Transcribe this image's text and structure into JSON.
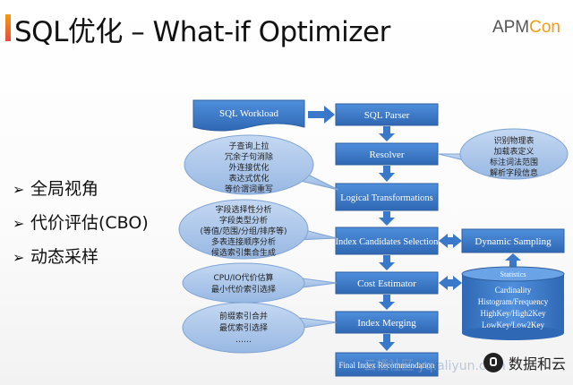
{
  "title": "SQL优化 – What-if Optimizer",
  "logo": {
    "part1": "APM",
    "part2": "Con",
    "accent": "#f39c12"
  },
  "bullets": [
    {
      "mark": "➢",
      "text": "全局视角"
    },
    {
      "mark": "➢",
      "text": "代价评估(CBO)"
    },
    {
      "mark": "➢",
      "text": "动态采样"
    }
  ],
  "diagram": {
    "workload": "SQL Workload",
    "steps": [
      "SQL Parser",
      "Resolver",
      "Logical Transformations",
      "Index Candidates Selection",
      "Cost Estimator",
      "Index Merging",
      "Final Index Recommendation"
    ],
    "dynamic_sampling": "Dynamic Sampling",
    "statistics": {
      "title": "Statistics",
      "lines": [
        "Cardinality",
        "Histogram/Frequency",
        "HighKey/High2Key",
        "LowKey/Low2Key"
      ]
    },
    "callouts": [
      {
        "lines": [
          "子查询上拉",
          "冗余子句消除",
          "外连接优化",
          "表达式优化",
          "等价谓词重写"
        ]
      },
      {
        "lines": [
          "识别物理表",
          "加载表定义",
          "标注词法范围",
          "解析字段信息"
        ]
      },
      {
        "lines": [
          "字段选择性分析",
          "字段类型分析",
          "(等值/范围/分组/排序等)",
          "多表连接顺序分析",
          "候选索引集合生成"
        ]
      },
      {
        "lines": [
          "CPU/IO代价估算",
          "最小代价索引选择"
        ]
      },
      {
        "lines": [
          "前缀索引合并",
          "最优索引选择",
          "……"
        ]
      }
    ]
  },
  "watermark": "云栖社区 yq.aliyun.com",
  "brand": "数据和云",
  "colors": {
    "box_fill": "#3a78c9",
    "box_edge": "#2f5f9e",
    "callout_fill": "#a9c5ea",
    "arrow": "#3a78c9"
  }
}
